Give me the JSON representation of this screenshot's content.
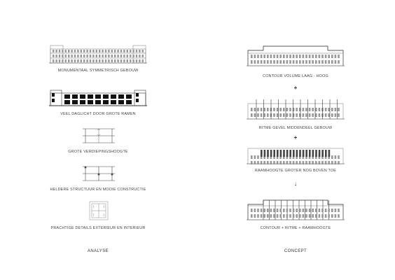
{
  "analyse": {
    "heading": "ANALYSE",
    "items": [
      {
        "caption": "MONUMENTAAL SYMMETRISCH GEBOUW"
      },
      {
        "caption": "VEEL DAGLICHT DOOR GROTE RAMEN"
      },
      {
        "caption": "GROTE VERDIEPINGSHOOGTE"
      },
      {
        "caption": "HELDERE STRUCTUUR EN MOOIE CONSTRUCTIE"
      },
      {
        "caption": "PRACHTIGE DETAILS EXTERIEUR EN INTERIEUR"
      }
    ]
  },
  "concept": {
    "heading": "CONCEPT",
    "items": [
      {
        "caption": "CONTOUR VOLUME LAAG - HOOG"
      },
      {
        "caption": "RITME GEVEL MIDDENDEEL GEBOUW"
      },
      {
        "caption": "RAAMHOOGTE GROTER NOG BOVEN TOE"
      },
      {
        "caption": "CONTOUR + RITME + RAAMHOOGTE"
      }
    ],
    "operators": [
      "+",
      "+",
      "↓"
    ]
  }
}
